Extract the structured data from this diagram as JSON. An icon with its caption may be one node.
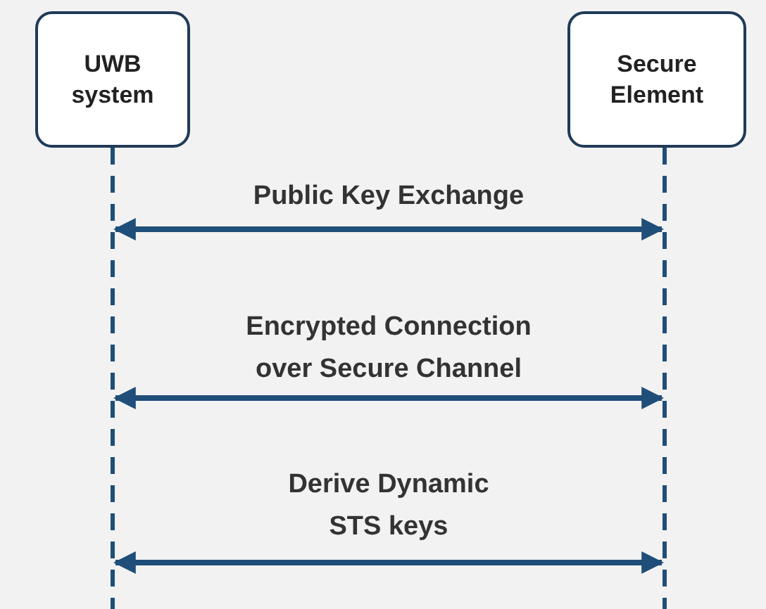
{
  "diagram": {
    "nodes": [
      {
        "text": [
          "UWB system"
        ]
      },
      {
        "text": [
          "Secure Element"
        ]
      }
    ],
    "edges": [
      {
        "from": 0,
        "to": 1,
        "arrow": "both",
        "label": "Public Key Exchange"
      },
      {
        "from": 0,
        "to": 1,
        "arrow": "both",
        "label": "Encrypted Connection over Secure Channel"
      },
      {
        "from": 0,
        "to": 1,
        "arrow": "both",
        "label": "Derive Dynamic STS keys"
      }
    ]
  }
}
